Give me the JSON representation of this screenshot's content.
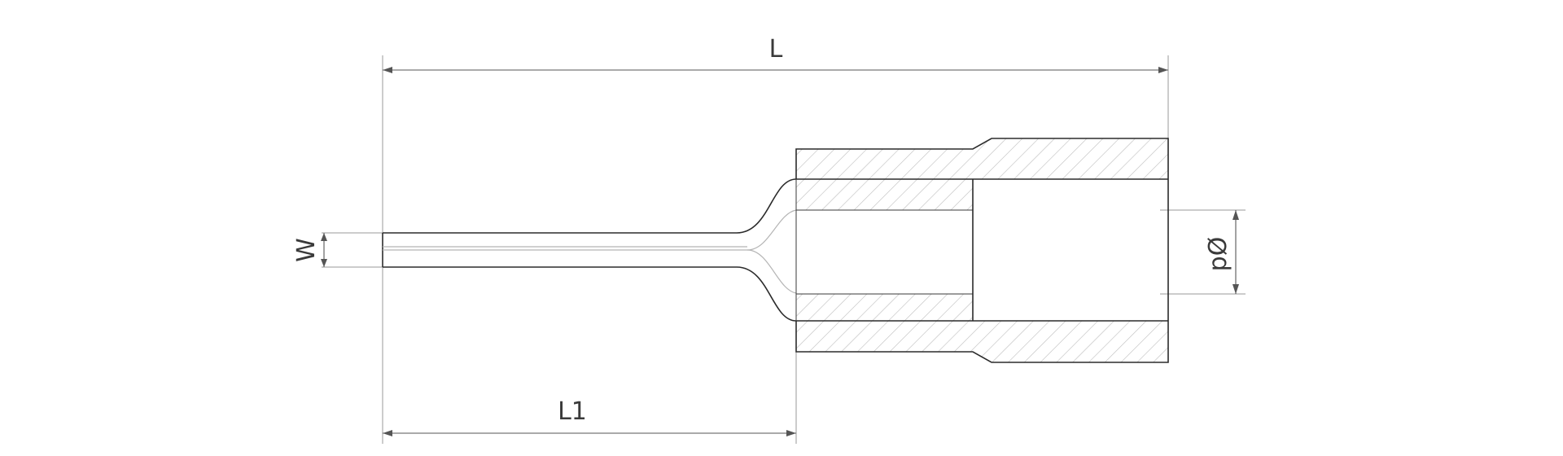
{
  "drawing": {
    "dimension_labels": {
      "overall_length": "L",
      "pin_length": "L1",
      "pin_width": "W",
      "inner_diameter": "pØ"
    },
    "colors": {
      "line": "#2b2b2b",
      "dimension": "#555555",
      "hatch": "#bdbdbd",
      "background": "#ffffff"
    }
  }
}
